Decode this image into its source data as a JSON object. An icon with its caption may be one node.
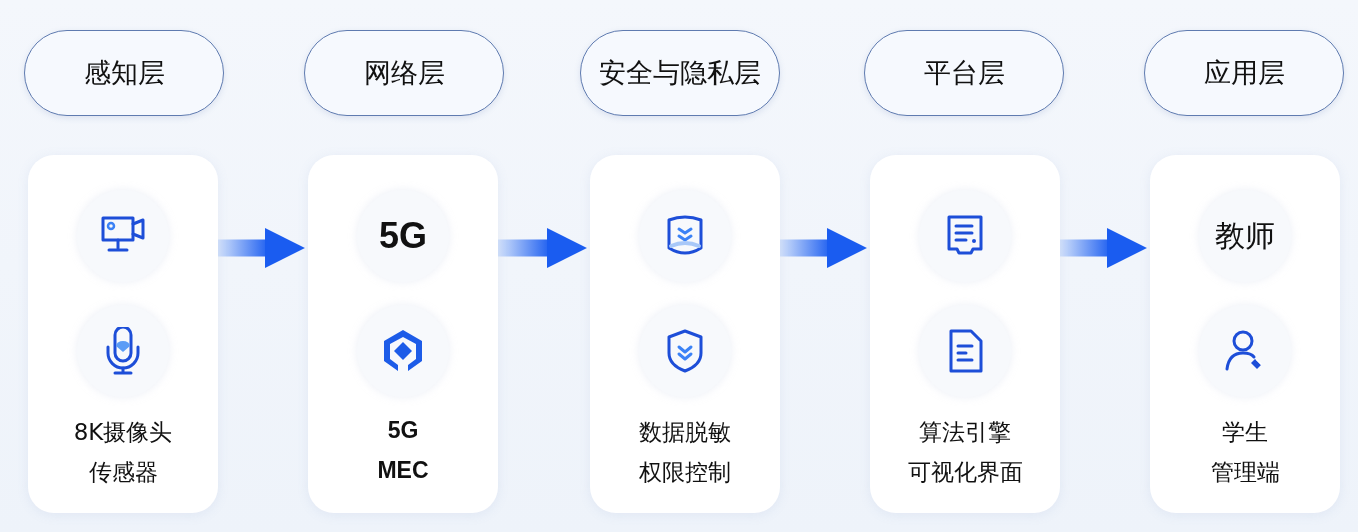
{
  "diagram": {
    "nodes": [
      {
        "text": [
          "感知层"
        ]
      },
      {
        "text": [
          "网络层"
        ]
      },
      {
        "text": [
          "安全与隐私层"
        ]
      },
      {
        "text": [
          "平台层"
        ]
      },
      {
        "text": [
          "应用层"
        ]
      },
      {
        "text": [
          "8K摄像头",
          "传感器"
        ]
      },
      {
        "text": [],
        "shape": "circle",
        "in": 5
      },
      {
        "text": [],
        "shape": "circle",
        "in": 5
      },
      {
        "text": [
          "5G",
          "MEC"
        ]
      },
      {
        "text": [
          "5G"
        ],
        "in": 8
      },
      {
        "text": [],
        "shape": "circle",
        "in": 8
      },
      {
        "text": [
          "数据脱敏",
          "权限控制"
        ]
      },
      {
        "text": [],
        "shape": "circle",
        "in": 11
      },
      {
        "text": [],
        "shape": "circle",
        "in": 11
      },
      {
        "text": [
          "算法引擎",
          "可视化界面"
        ]
      },
      {
        "text": [],
        "shape": "circle",
        "in": 14
      },
      {
        "text": [],
        "shape": "circle",
        "in": 14
      },
      {
        "text": [
          "学生",
          "管理端"
        ]
      },
      {
        "text": [
          "教师"
        ],
        "in": 17
      },
      {
        "text": [],
        "shape": "circle",
        "in": 17
      }
    ],
    "edges": [
      {
        "from": 5,
        "to": 8,
        "arrow": "to"
      },
      {
        "from": 8,
        "to": 11,
        "arrow": "to"
      },
      {
        "from": 11,
        "to": 14,
        "arrow": "to"
      },
      {
        "from": 14,
        "to": 17,
        "arrow": "to"
      }
    ]
  }
}
